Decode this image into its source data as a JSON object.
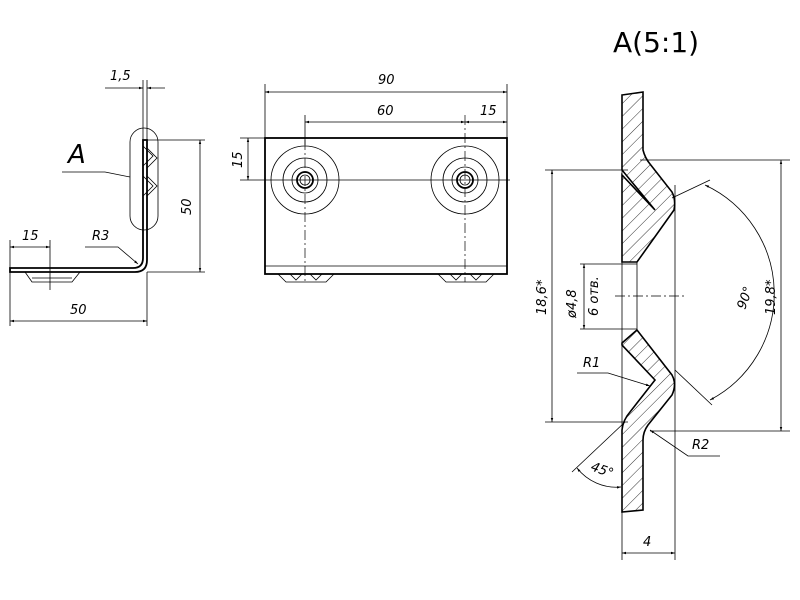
{
  "detail_title": "A(5:1)",
  "side_view": {
    "thickness": "1,5",
    "view_marker": "A",
    "height": "50",
    "hole_offset": "15",
    "bend_radius": "R3",
    "length": "50"
  },
  "front_view": {
    "width": "90",
    "hole_spacing": "60",
    "hole_edge_offset": "15",
    "hole_height": "15"
  },
  "detail_view": {
    "emboss_inner": "18,6*",
    "hole_diameter": "ø4,8",
    "hole_count": "6 отв.",
    "angle_90": "90°",
    "emboss_outer": "19,8*",
    "radius_1": "R1",
    "radius_2": "R2",
    "angle_45": "45°",
    "depth": "4"
  }
}
